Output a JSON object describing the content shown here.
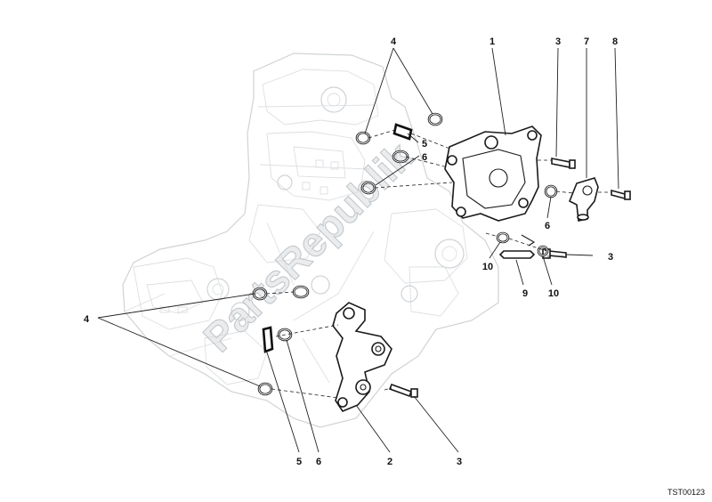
{
  "diagram": {
    "watermark": "PartsRepublik",
    "drawing_code": "TST00123",
    "callouts": {
      "c4a": "4",
      "c1": "1",
      "c3a": "3",
      "c7": "7",
      "c8": "8",
      "c5a": "5",
      "c6a": "6",
      "c6b": "6",
      "c10a": "10",
      "c3b": "3",
      "c9": "9",
      "c10b": "10",
      "c4b": "4",
      "c5b": "5",
      "c6c": "6",
      "c2": "2",
      "c3c": "3"
    }
  }
}
